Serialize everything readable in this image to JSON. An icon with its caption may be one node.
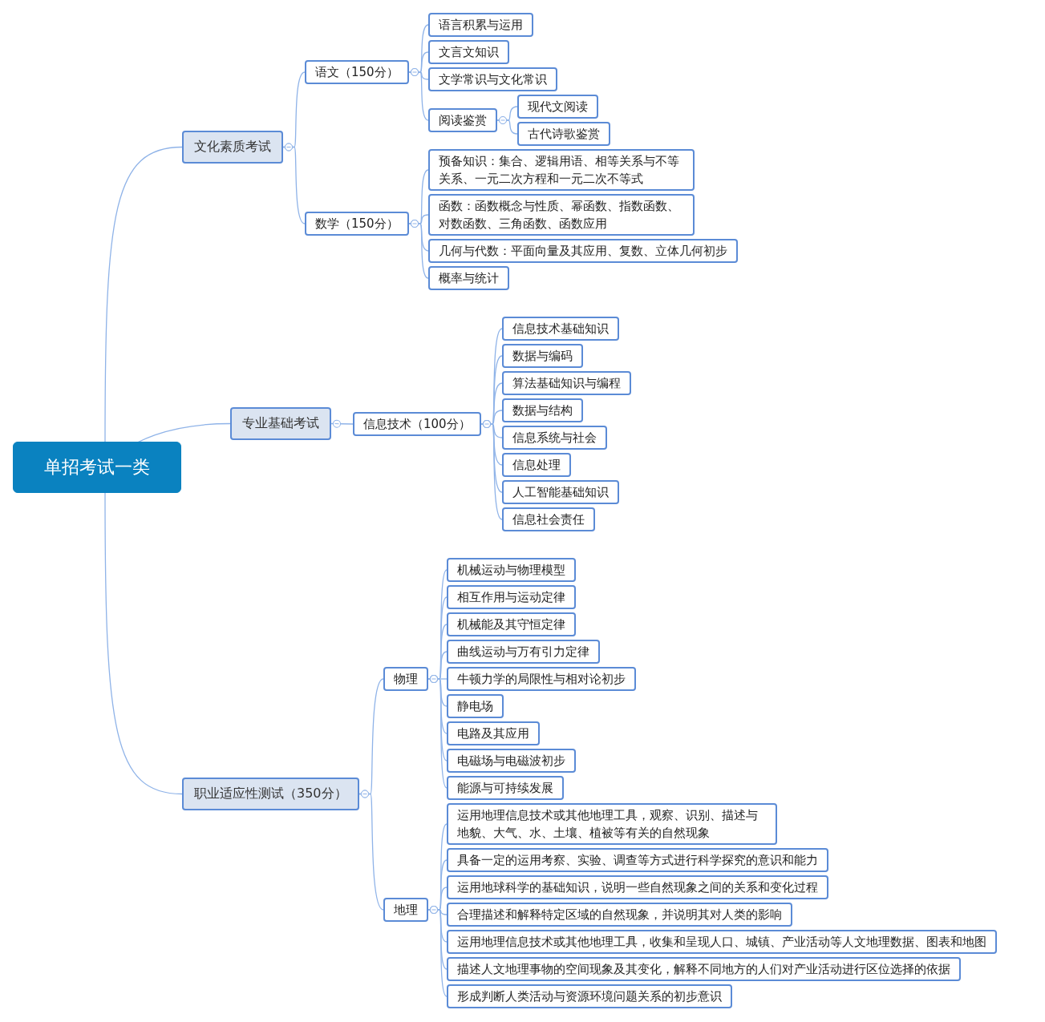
{
  "diagram": {
    "nodes": [
      {
        "text": [
          "单招考试一类"
        ]
      },
      {
        "text": [
          "文化素质考试"
        ]
      },
      {
        "text": [
          "语文（150分）"
        ]
      },
      {
        "text": [
          "语言积累与运用"
        ]
      },
      {
        "text": [
          "文言文知识"
        ]
      },
      {
        "text": [
          "文学常识与文化常识"
        ]
      },
      {
        "text": [
          "阅读鉴赏"
        ]
      },
      {
        "text": [
          "现代文阅读"
        ]
      },
      {
        "text": [
          "古代诗歌鉴赏"
        ]
      },
      {
        "text": [
          "数学（150分）"
        ]
      },
      {
        "text": [
          "预备知识：集合、逻辑用语、相等关系与不等关系、一元二次方程和一元二次不等式"
        ]
      },
      {
        "text": [
          "函数：函数概念与性质、幂函数、指数函数、对数函数、三角函数、函数应用"
        ]
      },
      {
        "text": [
          "几何与代数：平面向量及其应用、复数、立体几何初步"
        ]
      },
      {
        "text": [
          "概率与统计"
        ]
      },
      {
        "text": [
          "专业基础考试"
        ]
      },
      {
        "text": [
          "信息技术（100分）"
        ]
      },
      {
        "text": [
          "信息技术基础知识"
        ]
      },
      {
        "text": [
          "数据与编码"
        ]
      },
      {
        "text": [
          "算法基础知识与编程"
        ]
      },
      {
        "text": [
          "数据与结构"
        ]
      },
      {
        "text": [
          "信息系统与社会"
        ]
      },
      {
        "text": [
          "信息处理"
        ]
      },
      {
        "text": [
          "人工智能基础知识"
        ]
      },
      {
        "text": [
          "信息社会责任"
        ]
      },
      {
        "text": [
          "职业适应性测试（350分）"
        ]
      },
      {
        "text": [
          "物理"
        ]
      },
      {
        "text": [
          "机械运动与物理模型"
        ]
      },
      {
        "text": [
          "相互作用与运动定律"
        ]
      },
      {
        "text": [
          "机械能及其守恒定律"
        ]
      },
      {
        "text": [
          "曲线运动与万有引力定律"
        ]
      },
      {
        "text": [
          "牛顿力学的局限性与相对论初步"
        ]
      },
      {
        "text": [
          "静电场"
        ]
      },
      {
        "text": [
          "电路及其应用"
        ]
      },
      {
        "text": [
          "电磁场与电磁波初步"
        ]
      },
      {
        "text": [
          "能源与可持续发展"
        ]
      },
      {
        "text": [
          "地理"
        ]
      },
      {
        "text": [
          "运用地理信息技术或其他地理工具，观察、识别、描述与地貌、大气、水、土壤、植被等有关的自然现象"
        ]
      },
      {
        "text": [
          "具备一定的运用考察、实验、调查等方式进行科学探究的意识和能力"
        ]
      },
      {
        "text": [
          "运用地球科学的基础知识，说明一些自然现象之间的关系和变化过程"
        ]
      },
      {
        "text": [
          "合理描述和解释特定区域的自然现象，并说明其对人类的影响"
        ]
      },
      {
        "text": [
          "运用地理信息技术或其他地理工具，收集和呈现人口、城镇、产业活动等人文地理数据、图表和地图"
        ]
      },
      {
        "text": [
          "描述人文地理事物的空间现象及其变化，解释不同地方的人们对产业活动进行区位选择的依据"
        ]
      },
      {
        "text": [
          "形成判断人类活动与资源环境问题关系的初步意识"
        ]
      }
    ],
    "edges": [
      {
        "from": 0,
        "to": 1,
        "arrow": "none"
      },
      {
        "from": 1,
        "to": 2,
        "arrow": "other"
      },
      {
        "from": 2,
        "to": 3,
        "arrow": "other"
      },
      {
        "from": 2,
        "to": 4,
        "arrow": "other"
      },
      {
        "from": 2,
        "to": 5,
        "arrow": "other"
      },
      {
        "from": 2,
        "to": 6,
        "arrow": "other"
      },
      {
        "from": 6,
        "to": 7,
        "arrow": "other"
      },
      {
        "from": 6,
        "to": 8,
        "arrow": "other"
      },
      {
        "from": 1,
        "to": 9,
        "arrow": "other"
      },
      {
        "from": 9,
        "to": 10,
        "arrow": "other"
      },
      {
        "from": 9,
        "to": 11,
        "arrow": "other"
      },
      {
        "from": 9,
        "to": 12,
        "arrow": "other"
      },
      {
        "from": 9,
        "to": 13,
        "arrow": "other"
      },
      {
        "from": 0,
        "to": 14,
        "arrow": "none"
      },
      {
        "from": 14,
        "to": 15,
        "arrow": "other"
      },
      {
        "from": 15,
        "to": 16,
        "arrow": "other"
      },
      {
        "from": 15,
        "to": 17,
        "arrow": "other"
      },
      {
        "from": 15,
        "to": 18,
        "arrow": "other"
      },
      {
        "from": 15,
        "to": 19,
        "arrow": "other"
      },
      {
        "from": 15,
        "to": 20,
        "arrow": "other"
      },
      {
        "from": 15,
        "to": 21,
        "arrow": "other"
      },
      {
        "from": 15,
        "to": 22,
        "arrow": "other"
      },
      {
        "from": 15,
        "to": 23,
        "arrow": "other"
      },
      {
        "from": 0,
        "to": 24,
        "arrow": "none"
      },
      {
        "from": 24,
        "to": 25,
        "arrow": "other"
      },
      {
        "from": 25,
        "to": 26,
        "arrow": "other"
      },
      {
        "from": 25,
        "to": 27,
        "arrow": "other"
      },
      {
        "from": 25,
        "to": 28,
        "arrow": "other"
      },
      {
        "from": 25,
        "to": 29,
        "arrow": "other"
      },
      {
        "from": 25,
        "to": 30,
        "arrow": "other"
      },
      {
        "from": 25,
        "to": 31,
        "arrow": "other"
      },
      {
        "from": 25,
        "to": 32,
        "arrow": "other"
      },
      {
        "from": 25,
        "to": 33,
        "arrow": "other"
      },
      {
        "from": 25,
        "to": 34,
        "arrow": "other"
      },
      {
        "from": 24,
        "to": 35,
        "arrow": "other"
      },
      {
        "from": 35,
        "to": 36,
        "arrow": "other"
      },
      {
        "from": 35,
        "to": 37,
        "arrow": "other"
      },
      {
        "from": 35,
        "to": 38,
        "arrow": "other"
      },
      {
        "from": 35,
        "to": 39,
        "arrow": "other"
      },
      {
        "from": 35,
        "to": 40,
        "arrow": "other"
      },
      {
        "from": 35,
        "to": 41,
        "arrow": "other"
      },
      {
        "from": 35,
        "to": 42,
        "arrow": "other"
      }
    ]
  }
}
